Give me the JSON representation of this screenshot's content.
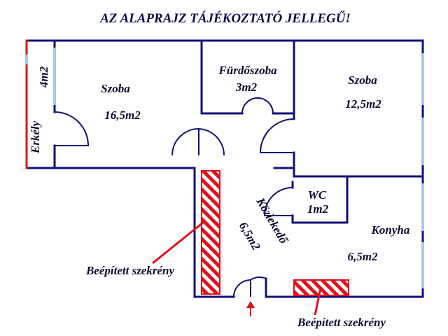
{
  "title": "AZ ALAPRAJZ TÁJÉKOZTATÓ JELLEGŰ!",
  "rooms": {
    "erkely": {
      "name": "Erkély",
      "area": "4m2"
    },
    "szoba1": {
      "name": "Szoba",
      "area": "16,5m2"
    },
    "furdo": {
      "name": "Fürdőszoba",
      "area": "3m2"
    },
    "szoba2": {
      "name": "Szoba",
      "area": "12,5m2"
    },
    "wc": {
      "name": "WC",
      "area": "1m2"
    },
    "kozlekedo": {
      "name": "Közlekedő",
      "area": "6,5m2"
    },
    "konyha": {
      "name": "Konyha",
      "area": "6,5m2"
    }
  },
  "labels": {
    "wardrobe1": "Beépített szekrény",
    "wardrobe2": "Beépített szekrény"
  },
  "colors": {
    "wall": "#0f0f7a",
    "wardrobe": "#e0101a",
    "window": "#a9c8ea"
  }
}
